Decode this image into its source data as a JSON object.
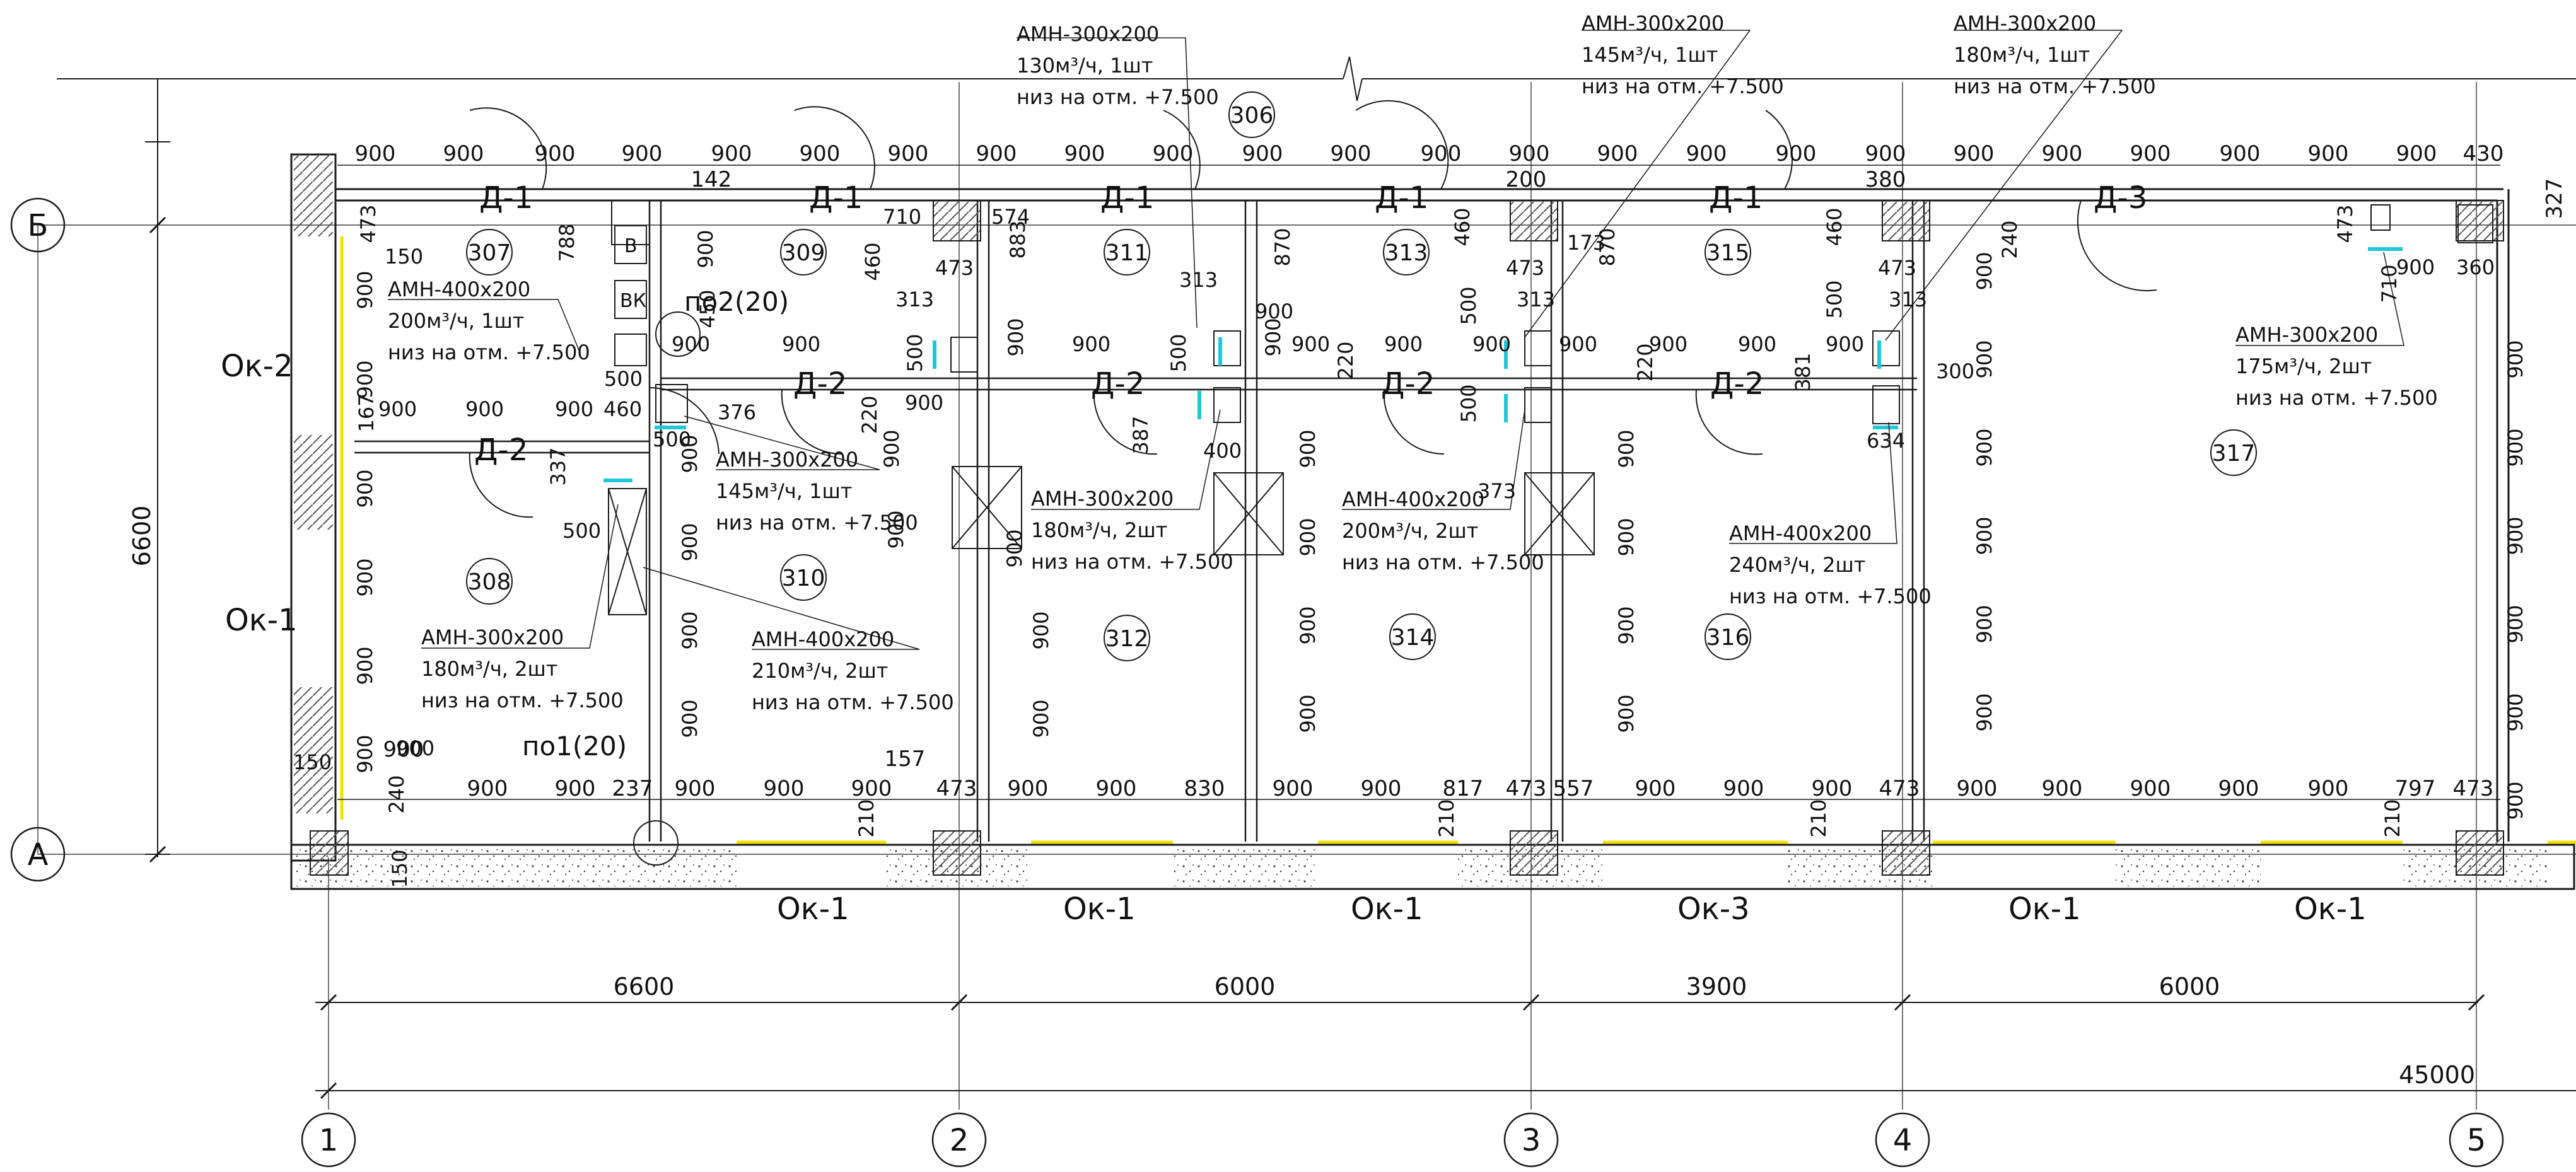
{
  "colors": {
    "line": "#1a1a1a",
    "hatch": "#555555",
    "glass": "#f1e100",
    "diffuser": "#1ec8d8",
    "paper": "#ffffff"
  },
  "axes": {
    "vertical": [
      "1",
      "2",
      "3",
      "4",
      "5"
    ],
    "horizontal": [
      "Б",
      "А"
    ]
  },
  "overall": {
    "height": "6600",
    "spans": [
      "6600",
      "6000",
      "3900",
      "6000"
    ],
    "total": "45000"
  },
  "rooms": {
    "r306": "306",
    "r307": "307",
    "r308": "308",
    "r309": "309",
    "r310": "310",
    "r311": "311",
    "r312": "312",
    "r313": "313",
    "r314": "314",
    "r315": "315",
    "r316": "316",
    "r317": "317"
  },
  "doors": {
    "d1": "Д-1",
    "d2": "Д-2",
    "d3": "Д-3"
  },
  "windows": {
    "ok1": "Ок-1",
    "ok2": "Ок-2",
    "ok3": "Ок-3"
  },
  "fire": {
    "po2": "по2(20)",
    "po1": "по1(20)"
  },
  "diffusers": {
    "a1": {
      "name": "АМН-300х200",
      "flow": "130м³/ч, 1шт",
      "level": "низ на отм. +7.500"
    },
    "a2": {
      "name": "АМН-300х200",
      "flow": "145м³/ч, 1шт",
      "level": "низ на отм. +7.500"
    },
    "a3": {
      "name": "АМН-300х200",
      "flow": "180м³/ч, 1шт",
      "level": "низ на отм. +7.500"
    },
    "a4": {
      "name": "АМН-400х200",
      "flow": "200м³/ч, 1шт",
      "level": "низ на отм. +7.500"
    },
    "a5": {
      "name": "АМН-300х200",
      "flow": "145м³/ч, 1шт",
      "level": "низ на отм. +7.500"
    },
    "a6": {
      "name": "АМН-300х200",
      "flow": "180м³/ч, 2шт",
      "level": "низ на отм. +7.500"
    },
    "a7": {
      "name": "АМН-400х200",
      "flow": "210м³/ч, 2шт",
      "level": "низ на отм. +7.500"
    },
    "a8": {
      "name": "АМН-300х200",
      "flow": "180м³/ч, 2шт",
      "level": "низ на отм. +7.500"
    },
    "a9": {
      "name": "АМН-400х200",
      "flow": "200м³/ч, 2шт",
      "level": "низ на отм. +7.500"
    },
    "a10": {
      "name": "АМН-400х200",
      "flow": "240м³/ч, 2шт",
      "level": "низ на отм. +7.500"
    },
    "a11": {
      "name": "АМН-300х200",
      "flow": "175м³/ч, 2шт",
      "level": "низ на отм. +7.500"
    }
  },
  "shaft_labels": {
    "v": "В",
    "vk": "ВК"
  },
  "dims": {
    "top_900": "900",
    "top_430": "430",
    "top_142": "142",
    "top_200": "200",
    "top_380": "380",
    "top_327": "327",
    "d473": "473",
    "d150": "150",
    "d788": "788",
    "d167": "167",
    "d460": "460",
    "d337": "337",
    "d376": "376",
    "d500": "500",
    "d450": "450",
    "d710": "710",
    "d574": "574",
    "d883": "883",
    "d313": "313",
    "d220": "220",
    "d387": "387",
    "d400": "400",
    "d870": "870",
    "d373": "373",
    "d173": "173",
    "d240": "240",
    "d300": "300",
    "d381": "381",
    "d634": "634",
    "d360": "360",
    "d157": "157",
    "d237": "237",
    "d210": "210",
    "d830": "830",
    "d817": "817",
    "d557": "557",
    "d797": "797"
  }
}
